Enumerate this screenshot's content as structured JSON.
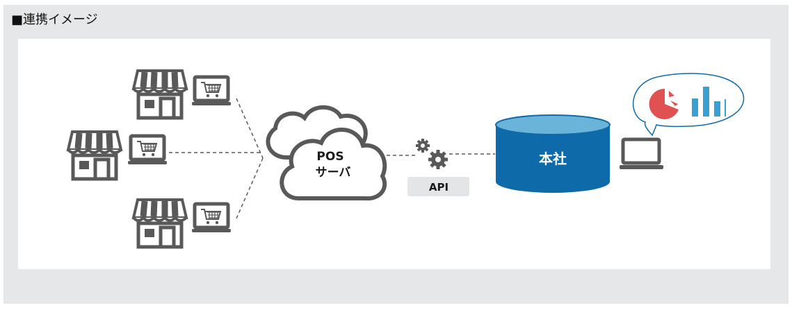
{
  "caption": "■連携イメージ",
  "pos_server": {
    "line1": "POS",
    "line2": "サーバ"
  },
  "api": {
    "label": "API"
  },
  "headquarters": {
    "label": "本社"
  },
  "icons": [
    "store-icon",
    "shopping-cart-laptop-icon",
    "cloud-icon",
    "gears-icon",
    "database-icon",
    "laptop-icon",
    "pie-chart-icon",
    "bar-chart-icon"
  ],
  "colors": {
    "frame": "#e6e7e8",
    "icon_gray": "#595959",
    "db_blue": "#0e6aa8",
    "db_top": "#6ab3d9",
    "pie_red": "#e05151",
    "bar_blue": "#3aa0d4",
    "bubble_border": "#0e6aa8"
  }
}
